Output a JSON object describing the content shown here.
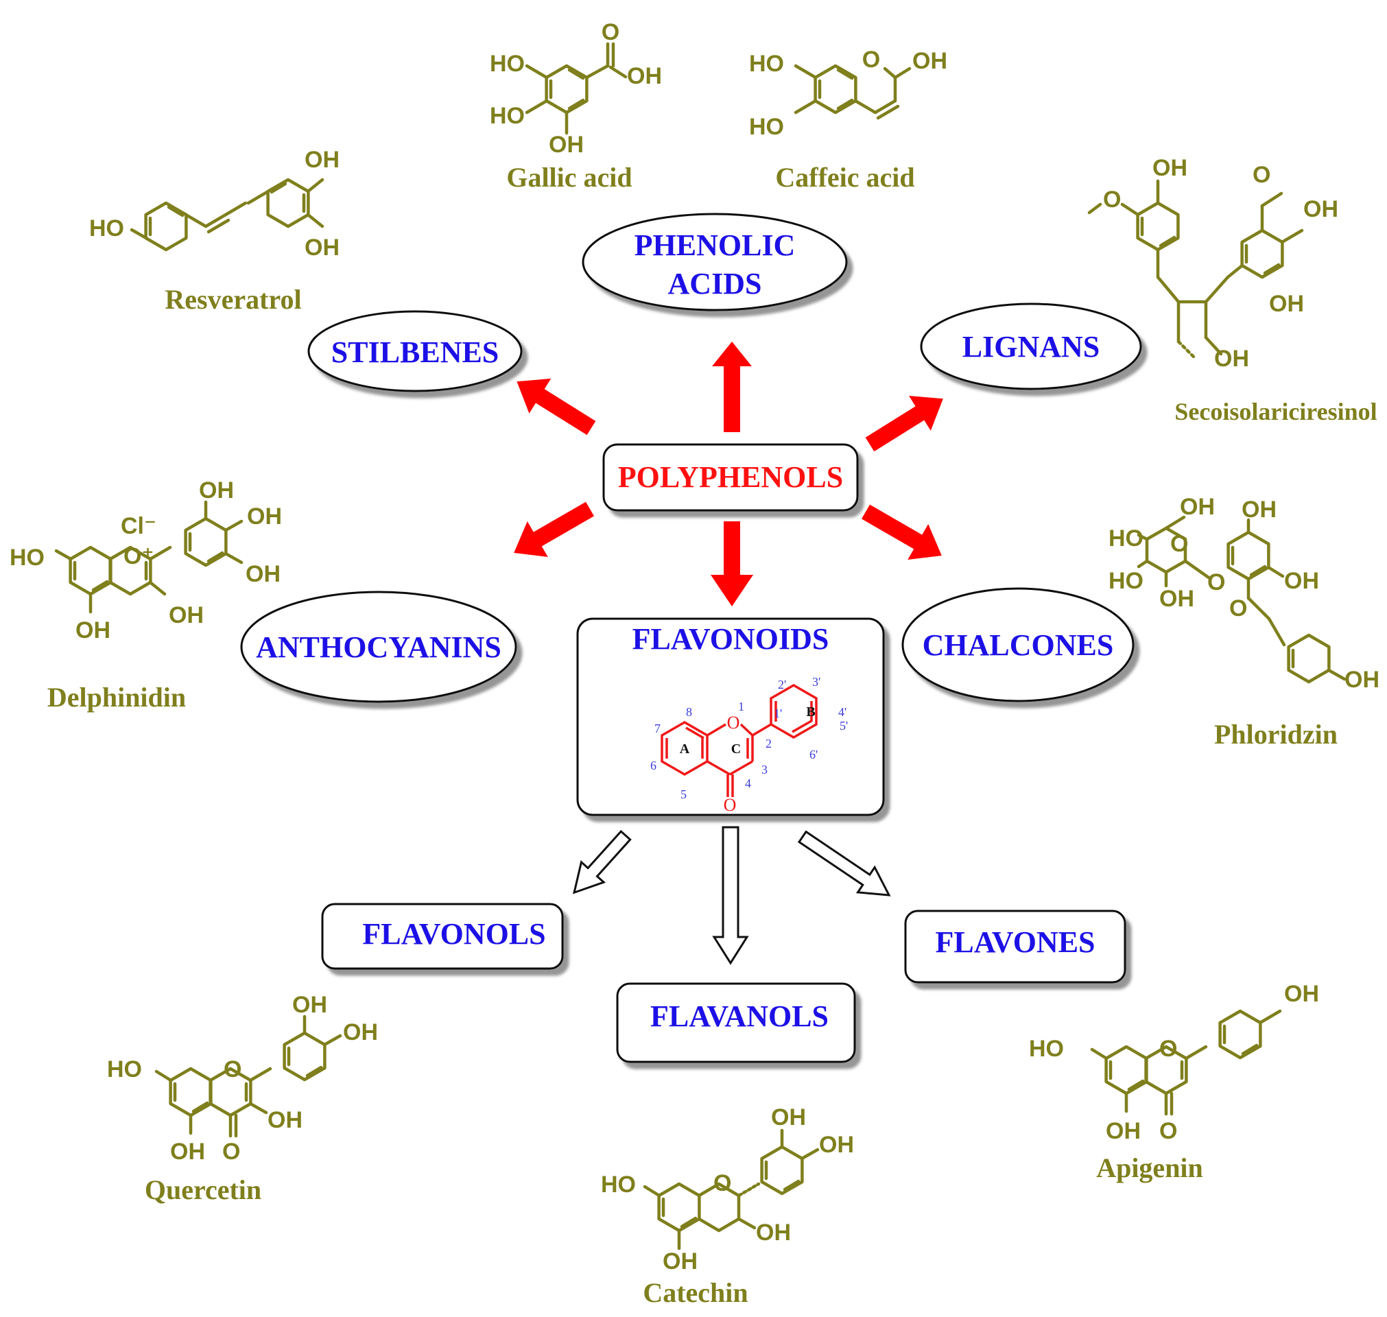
{
  "root": {
    "label": "POLYPHENOLS"
  },
  "classes": {
    "phenolic_acids_line1": "PHENOLIC",
    "phenolic_acids_line2": "ACIDS",
    "stilbenes": "STILBENES",
    "lignans": "LIGNANS",
    "anthocyanins": "ANTHOCYANINS",
    "flavonoids": "FLAVONOIDS",
    "chalcones": "CHALCONES"
  },
  "subclasses": {
    "flavonols": "FLAVONOLS",
    "flavanols": "FLAVANOLS",
    "flavones": "FLAVONES"
  },
  "compounds": {
    "gallic_acid": "Gallic acid",
    "caffeic_acid": "Caffeic acid",
    "resveratrol": "Resveratrol",
    "secoisolariciresinol": "Secoisolariciresinol",
    "delphinidin": "Delphinidin",
    "phloridzin": "Phloridzin",
    "quercetin": "Quercetin",
    "catechin": "Catechin",
    "apigenin": "Apigenin"
  },
  "atom_labels": {
    "oh": "OH",
    "ho": "HO",
    "o": "O",
    "cl_minus": "Cl⁻",
    "o_plus": "O⁺"
  },
  "flavonoid_skeleton": {
    "ring_labels": [
      "A",
      "C",
      "B"
    ],
    "positions": [
      "1",
      "2",
      "3",
      "4",
      "5",
      "6",
      "7",
      "8",
      "1'",
      "2'",
      "3'",
      "4'",
      "5'",
      "6'"
    ]
  },
  "colors": {
    "class_text": "#1c10e6",
    "root_text": "#ff1010",
    "compound": "#7f7f1d",
    "arrow": "#ff0000",
    "skeleton": "#f01818"
  }
}
